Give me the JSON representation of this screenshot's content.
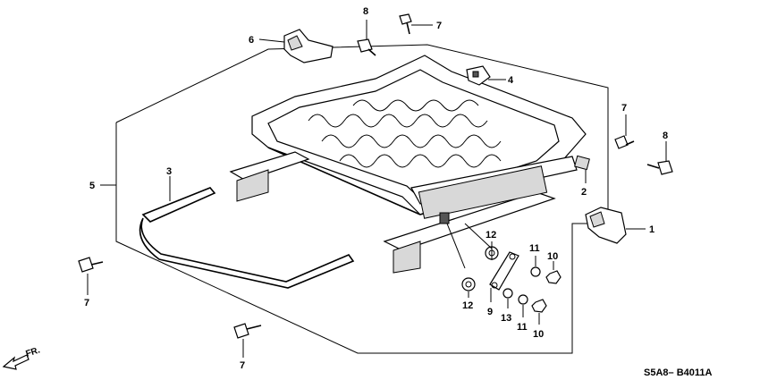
{
  "callouts": {
    "c1": "1",
    "c2": "2",
    "c3": "3",
    "c4": "4",
    "c5": "5",
    "c6": "6",
    "c7a": "7",
    "c7b": "7",
    "c7c": "7",
    "c7d": "7",
    "c8a": "8",
    "c8b": "8",
    "c9": "9",
    "c10a": "10",
    "c10b": "10",
    "c11a": "11",
    "c11b": "11",
    "c12a": "12",
    "c12b": "12",
    "c13": "13"
  },
  "direction_label": "FR.",
  "diagram_code": "S5A8– B4011A"
}
